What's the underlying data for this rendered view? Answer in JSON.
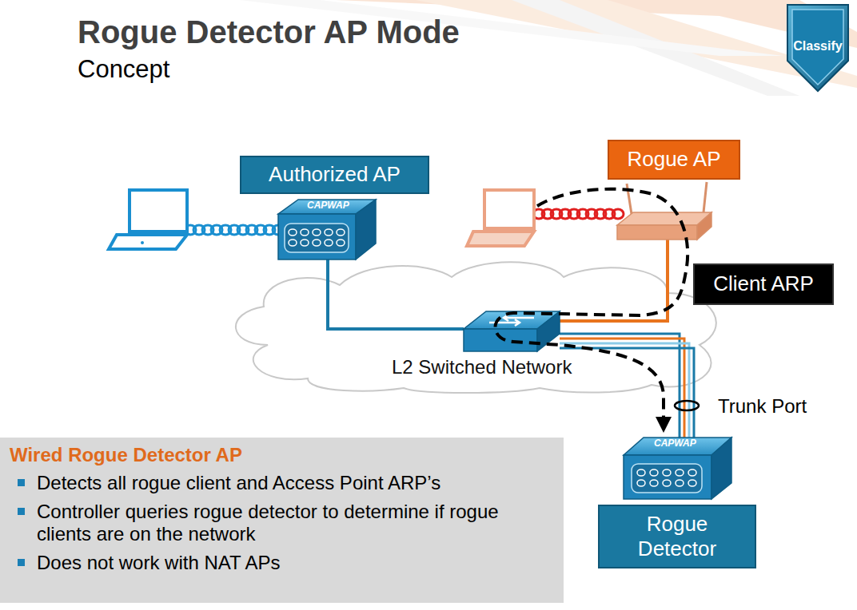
{
  "diagram": {
    "title": "Rogue Detector AP Mode",
    "nodes": [
      {
        "text": [
          "Classify"
        ]
      },
      {
        "text": [
          "Authorized AP"
        ]
      },
      {
        "text": [
          "Rogue AP"
        ]
      },
      {
        "text": [
          "Client ARP"
        ]
      },
      {
        "text": [
          "L2 Switched Network"
        ]
      },
      {
        "text": [
          "Rogue Detector"
        ]
      },
      {
        "text": [
          "Wired Rogue Detector AP",
          "Detects all rogue client and Access Point ARP’s",
          "Controller queries rogue detector to determine if rogue clients are on the network",
          "Does not work with NAT APs"
        ]
      }
    ],
    "labels": [
      "Concept",
      "CAPWAP",
      "CAPWAP",
      "Trunk Port"
    ]
  }
}
